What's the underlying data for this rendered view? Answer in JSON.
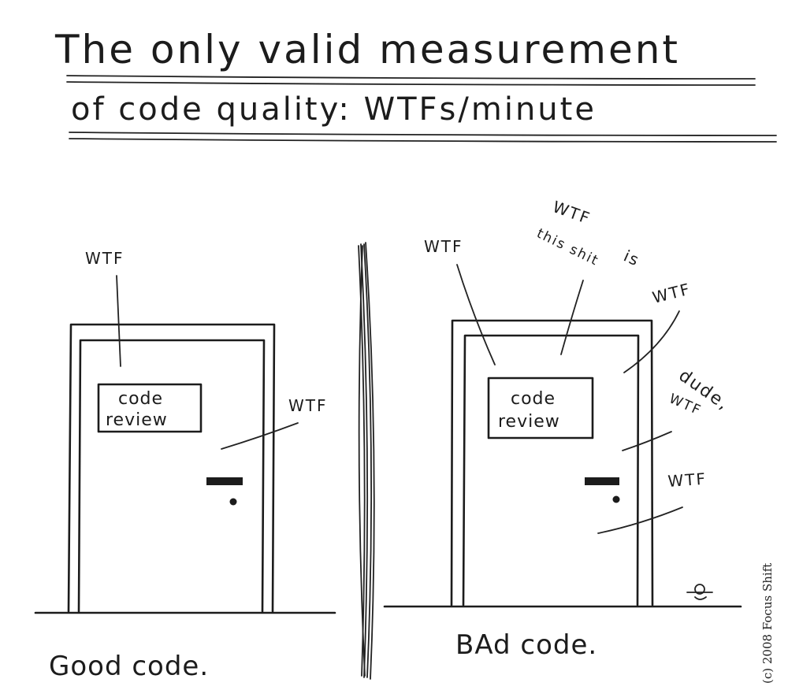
{
  "title": {
    "line1": "The only valid measurement",
    "line2": "of code quality: WTFs/minute"
  },
  "left_panel": {
    "sign": {
      "line1": "code",
      "line2": "review"
    },
    "shouts": [
      "WTF",
      "WTF"
    ],
    "caption": "Good code."
  },
  "right_panel": {
    "sign": {
      "line1": "code",
      "line2": "review"
    },
    "shouts": [
      "WTF",
      "WTF",
      "is",
      "this shit",
      "WTF",
      "dude,",
      "WTF",
      "WTF"
    ],
    "caption": "BAd code."
  },
  "copyright": "(c) 2008 Focus Shift",
  "colors": {
    "ink": "#1c1c1c",
    "paper": "#ffffff"
  }
}
